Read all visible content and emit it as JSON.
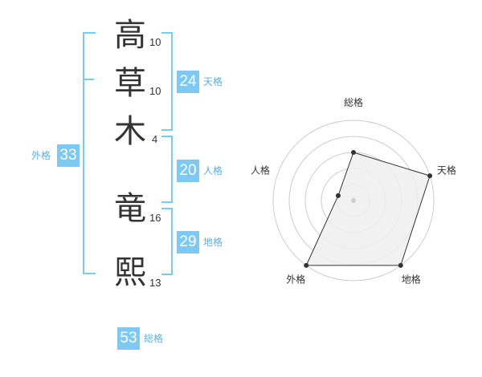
{
  "name": {
    "characters": [
      {
        "char": "高",
        "strokes": "10"
      },
      {
        "char": "草",
        "strokes": "10"
      },
      {
        "char": "木",
        "strokes": "4"
      },
      {
        "char": "竜",
        "strokes": "16"
      },
      {
        "char": "熙",
        "strokes": "13"
      }
    ]
  },
  "fortune": {
    "tenkaku": {
      "label": "天格",
      "value": "24"
    },
    "jinkaku": {
      "label": "人格",
      "value": "20"
    },
    "chikaku": {
      "label": "地格",
      "value": "29"
    },
    "gaikaku": {
      "label": "外格",
      "value": "33"
    },
    "soukaku": {
      "label": "総格",
      "value": "53"
    }
  },
  "colors": {
    "accent": "#7ec8f4",
    "accent_text": "#5ab0e6",
    "radar_fill": "#eeeeee",
    "radar_stroke": "#333333",
    "grid": "#cccccc"
  },
  "chart_data": {
    "type": "radar",
    "axes": [
      "総格",
      "天格",
      "地格",
      "外格",
      "人格"
    ],
    "levels": 5,
    "range": [
      0,
      5
    ],
    "values": [
      3,
      5,
      5,
      5,
      1
    ]
  }
}
